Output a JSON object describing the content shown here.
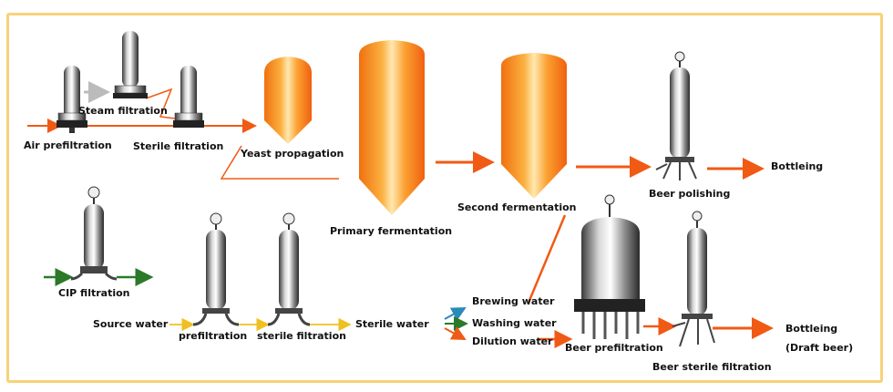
{
  "labels": {
    "steam_filtration": "Steam filtration",
    "air_prefiltration": "Air prefiltration",
    "sterile_filtration": "Sterile filtration",
    "yeast_propagation": "Yeast propagation",
    "primary_fermentation": "Primary fermentation",
    "second_fermentation": "Second fermentation",
    "beer_polishing": "Beer polishing",
    "bottling_1": "Bottleing",
    "cip_filtration": "CIP filtration",
    "source_water": "Source water",
    "prefiltration": "prefiltration",
    "sterile_filtration_2": "sterile filtration",
    "sterile_water": "Sterile water",
    "brewing_water": "Brewing water",
    "washing_water": "Washing water",
    "dilution_water": "Dilution water",
    "beer_prefiltration": "Beer prefiltration",
    "bottling_2": "Bottleing",
    "draft_beer": "(Draft beer)",
    "beer_sterile_filtration": "Beer sterile filtration"
  },
  "colors": {
    "border": "#f8d27a",
    "beer_flow": "#f05a14",
    "water_flow": "#f0c020",
    "cip_flow": "#2a7a2a",
    "brewing_flow": "#2a8ab8",
    "tank_orange": "#f7931e",
    "filter_steel": "#9a9a9a"
  }
}
